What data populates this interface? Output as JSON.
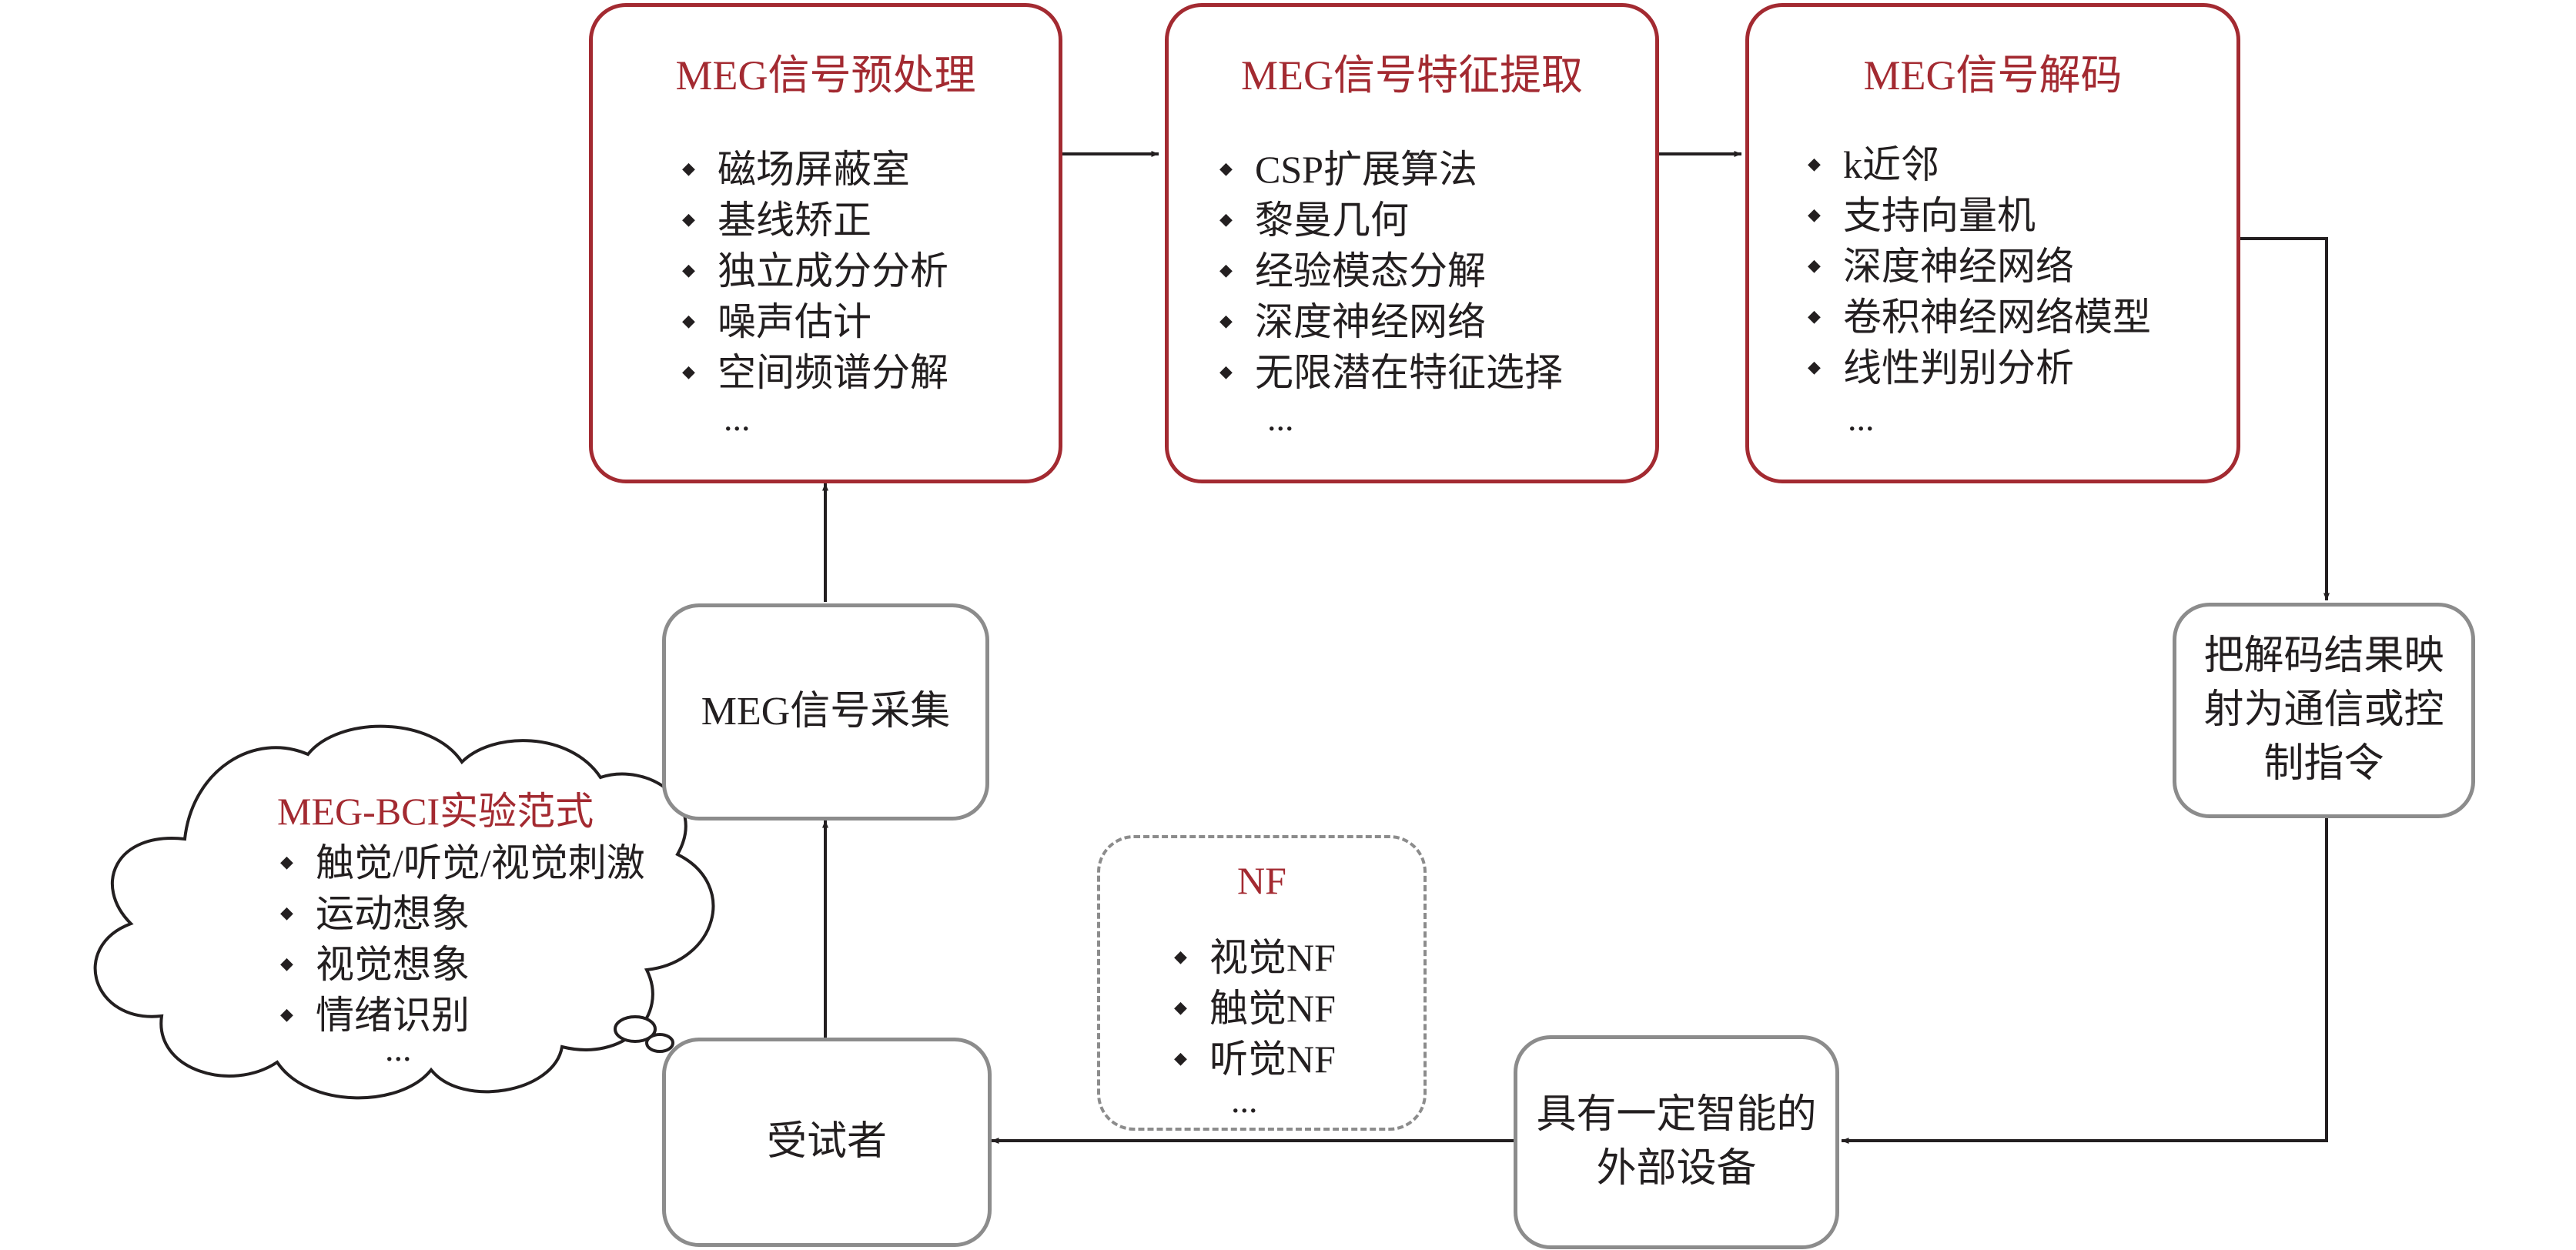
{
  "colors": {
    "accent": "#a32a31",
    "box_border": "#8c8c8c",
    "arrow": "#231f20"
  },
  "preprocess": {
    "title": "MEG信号预处理",
    "items": [
      "磁场屏蔽室",
      "基线矫正",
      "独立成分分析",
      "噪声估计",
      "空间频谱分解"
    ],
    "more": "..."
  },
  "feature": {
    "title": "MEG信号特征提取",
    "items": [
      "CSP扩展算法",
      "黎曼几何",
      "经验模态分解",
      "深度神经网络",
      "无限潜在特征选择"
    ],
    "more": "..."
  },
  "decode": {
    "title": "MEG信号解码",
    "items": [
      "k近邻",
      "支持向量机",
      "深度神经网络",
      "卷积神经网络模型",
      "线性判别分析"
    ],
    "more": "..."
  },
  "mapping": {
    "text": "把解码结果映射为通信或控制指令"
  },
  "acquisition": {
    "text": "MEG信号采集"
  },
  "device": {
    "text": "具有一定智能的外部设备"
  },
  "subject": {
    "text": "受试者"
  },
  "nf": {
    "title": "NF",
    "items": [
      "视觉NF",
      "触觉NF",
      "听觉NF"
    ],
    "more": "..."
  },
  "paradigm": {
    "title": "MEG-BCI实验范式",
    "items": [
      "触觉/听觉/视觉刺激",
      "运动想象",
      "视觉想象",
      "情绪识别"
    ],
    "more": "..."
  }
}
